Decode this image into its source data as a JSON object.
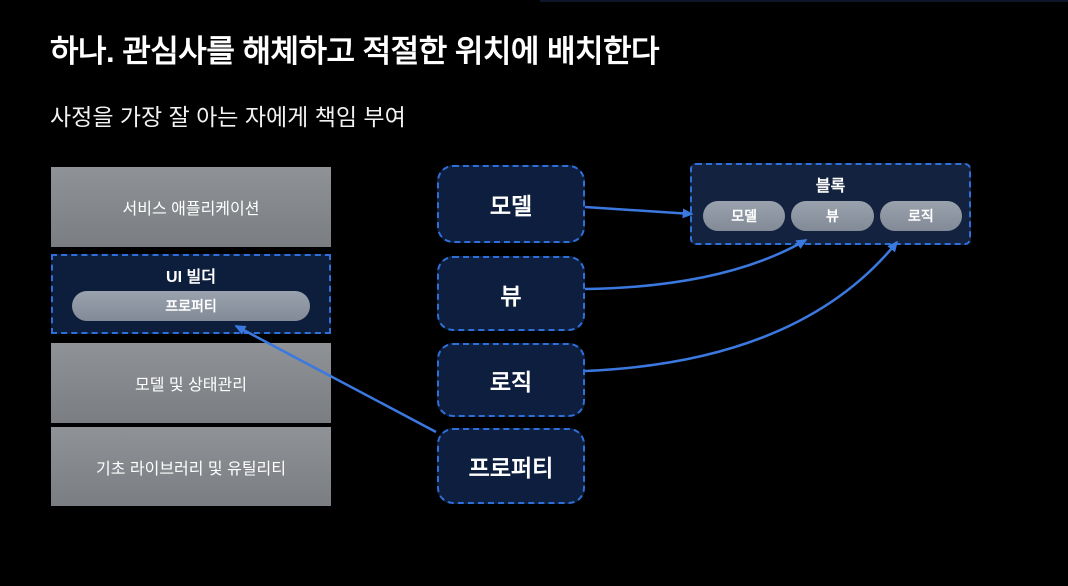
{
  "slide": {
    "title": "하나. 관심사를 해체하고 적절한 위치에 배치한다",
    "subtitle": "사정을 가장 잘 아는 자에게 책임 부여"
  },
  "architecture_stack": {
    "items": [
      {
        "id": "service-app",
        "label": "서비스 애플리케이션",
        "style": "gray"
      },
      {
        "id": "ui-builder",
        "label": "UI 빌더",
        "style": "dashed-navy",
        "chip": {
          "id": "ui-builder-property",
          "label": "프로퍼티"
        }
      },
      {
        "id": "model-state",
        "label": "모델 및 상태관리",
        "style": "gray"
      },
      {
        "id": "base-libs",
        "label": "기초 라이브러리 및 유틸리티",
        "style": "gray"
      }
    ]
  },
  "concerns": {
    "items": [
      {
        "id": "concern-model",
        "label": "모델"
      },
      {
        "id": "concern-view",
        "label": "뷰"
      },
      {
        "id": "concern-logic",
        "label": "로직"
      },
      {
        "id": "concern-property",
        "label": "프로퍼티"
      }
    ]
  },
  "block": {
    "title": "블록",
    "chips": [
      {
        "id": "block-model",
        "label": "모델"
      },
      {
        "id": "block-view",
        "label": "뷰"
      },
      {
        "id": "block-logic",
        "label": "로직"
      }
    ]
  },
  "edges": [
    {
      "from": "concern-model",
      "to": "block-model"
    },
    {
      "from": "concern-view",
      "to": "block-view"
    },
    {
      "from": "concern-logic",
      "to": "block-logic"
    },
    {
      "from": "concern-property",
      "to": "ui-builder-property"
    }
  ],
  "colors": {
    "background": "#000000",
    "arrow_blue": "#3b79e0",
    "dashed_border_blue": "#2f6fd8",
    "navy_fill": "#0d1e3e",
    "block_fill": "#13233f",
    "gray_box": "#85888c",
    "chip_gray": "#8e96a3",
    "text": "#ffffff"
  }
}
